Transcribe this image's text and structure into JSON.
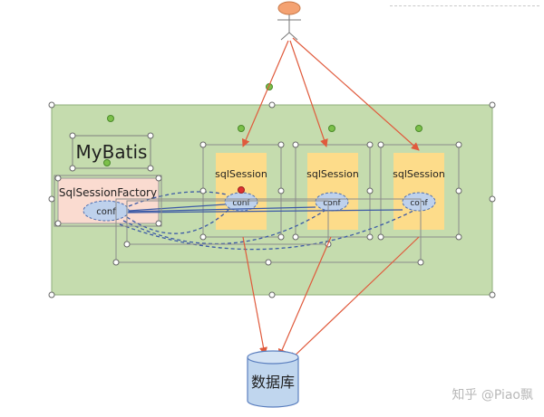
{
  "diagram": {
    "container_label": "MyBatis",
    "factory_label": "SqlSessionFactory",
    "conf_label": "conf",
    "sessions": [
      {
        "label": "sqlSession",
        "conf": "conf"
      },
      {
        "label": "sqlSession",
        "conf": "conf"
      },
      {
        "label": "sqlSession",
        "conf": "conf"
      }
    ],
    "database_label": "数据库"
  },
  "watermark": "知乎 @Piao飘",
  "colors": {
    "container_fill": "#c5dcae",
    "factory_fill": "#fadbd0",
    "session_fill": "#fddc8a",
    "conf_fill": "#bed1ec",
    "db_fill": "#c0d6ee",
    "arrow": "#e05a3c",
    "line_blue": "#3c5aa6",
    "user_head": "#f4a272"
  }
}
